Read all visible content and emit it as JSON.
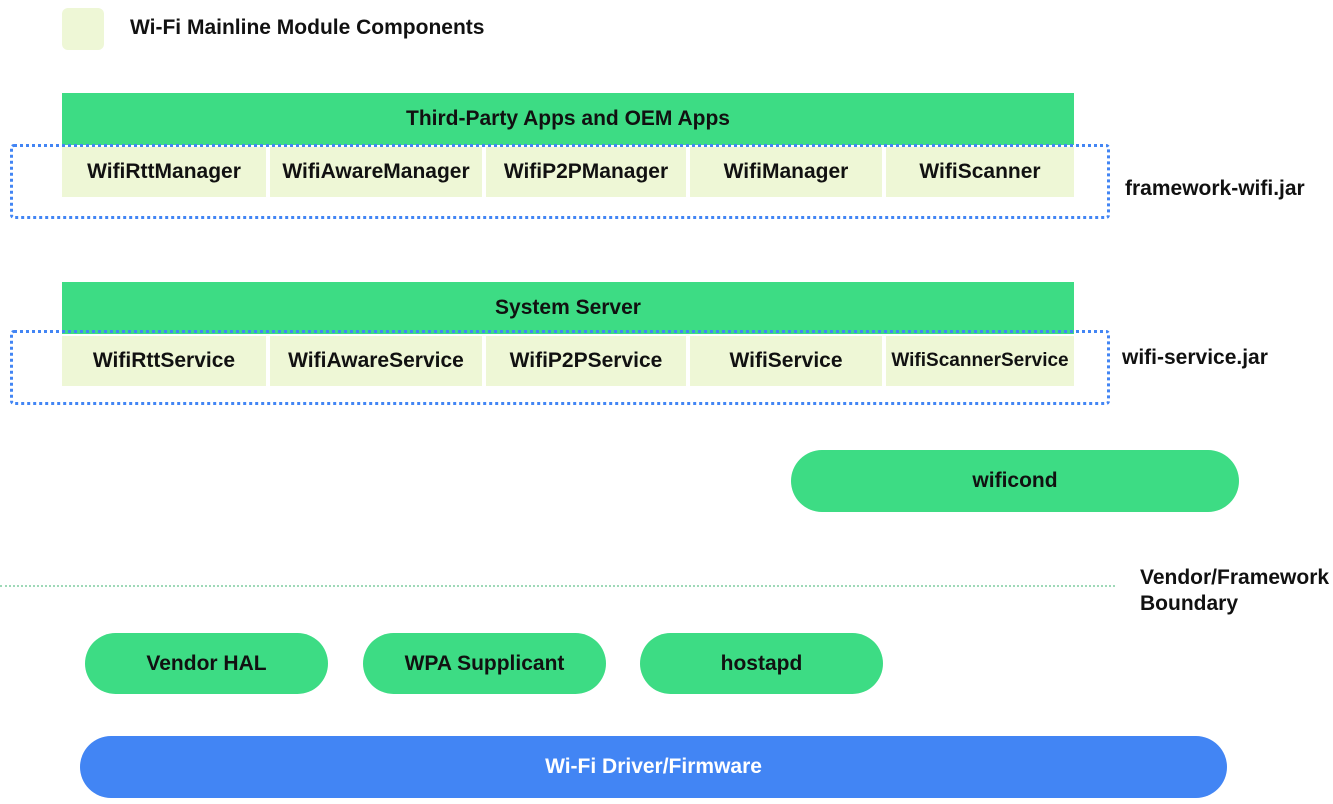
{
  "colors": {
    "legend": "#eef7d6",
    "green": "#3ddc84",
    "cell": "#eef7d6",
    "blue": "#4285f4",
    "dotted": "#4285f4",
    "boundary": "#9ed9b8"
  },
  "legend": {
    "label": "Wi-Fi Mainline Module Components"
  },
  "framework": {
    "bar": "Third-Party Apps and OEM Apps",
    "cells": [
      "WifiRttManager",
      "WifiAwareManager",
      "WifiP2PManager",
      "WifiManager",
      "WifiScanner"
    ],
    "jar": "framework-wifi.jar"
  },
  "service": {
    "bar": "System Server",
    "cells": [
      "WifiRttService",
      "WifiAwareService",
      "WifiP2PService",
      "WifiService",
      "WifiScannerService"
    ],
    "jar": "wifi-service.jar"
  },
  "wificond": "wificond",
  "boundary": {
    "line1": "Vendor/Framework",
    "line2": "Boundary"
  },
  "vendor": {
    "hal": "Vendor HAL",
    "supplicant": "WPA Supplicant",
    "hostapd": "hostapd"
  },
  "driver": "Wi-Fi Driver/Firmware"
}
